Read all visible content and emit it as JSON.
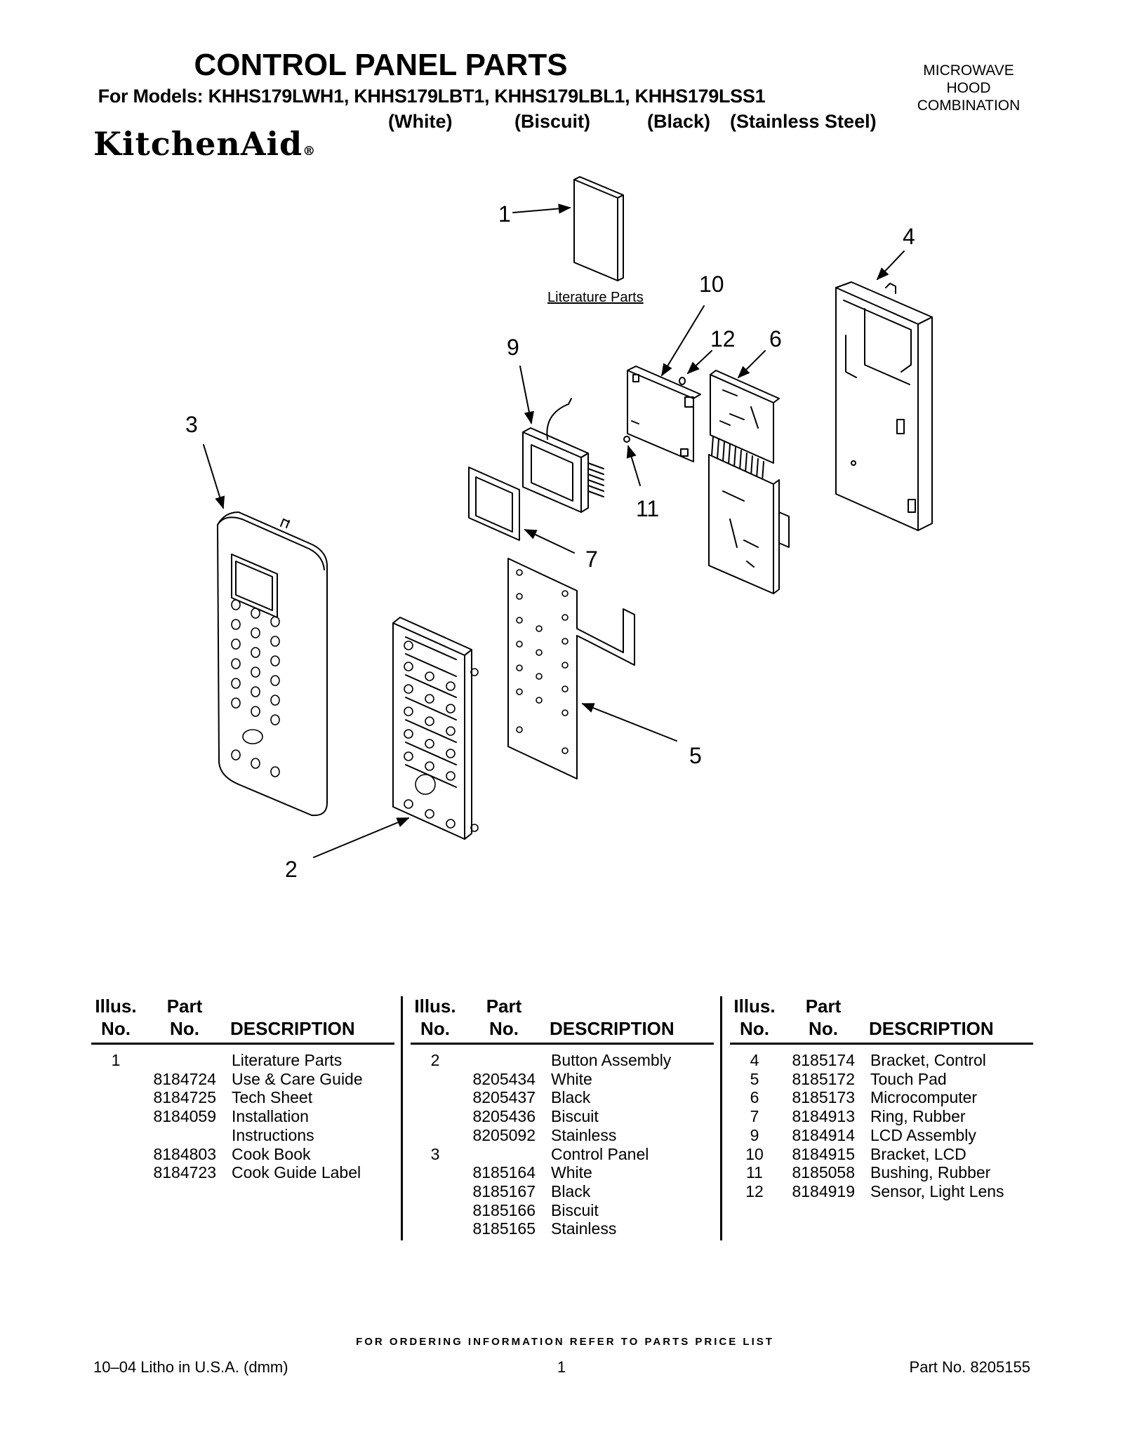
{
  "header": {
    "title": "CONTROL PANEL PARTS",
    "models_line": "For Models: KHHS179LWH1, KHHS179LBT1, KHHS179LBL1, KHHS179LSS1",
    "model_colors": [
      "(White)",
      "(Biscuit)",
      "(Black)",
      "(Stainless Steel)"
    ],
    "product_type": [
      "MICROWAVE",
      "HOOD",
      "COMBINATION"
    ],
    "brand": "KitchenAid",
    "brand_mark": "®"
  },
  "diagram": {
    "callouts": [
      "1",
      "2",
      "3",
      "4",
      "5",
      "6",
      "7",
      "9",
      "10",
      "11",
      "12"
    ],
    "literature_label": "Literature Parts"
  },
  "parts_table": {
    "headers": {
      "illus_1": "Illus.",
      "illus_2": "No.",
      "part_1": "Part",
      "part_2": "No.",
      "description": "DESCRIPTION"
    },
    "columns": [
      [
        {
          "illus": "1",
          "part": "",
          "desc": "Literature Parts"
        },
        {
          "illus": "",
          "part": "8184724",
          "desc": "Use & Care Guide"
        },
        {
          "illus": "",
          "part": "8184725",
          "desc": "Tech Sheet"
        },
        {
          "illus": "",
          "part": "8184059",
          "desc": "Installation"
        },
        {
          "illus": "",
          "part": "",
          "desc": "Instructions"
        },
        {
          "illus": "",
          "part": "8184803",
          "desc": "Cook Book"
        },
        {
          "illus": "",
          "part": "8184723",
          "desc": "Cook Guide Label"
        }
      ],
      [
        {
          "illus": "2",
          "part": "",
          "desc": "Button Assembly"
        },
        {
          "illus": "",
          "part": "8205434",
          "desc": "White"
        },
        {
          "illus": "",
          "part": "8205437",
          "desc": "Black"
        },
        {
          "illus": "",
          "part": "8205436",
          "desc": "Biscuit"
        },
        {
          "illus": "",
          "part": "8205092",
          "desc": "Stainless"
        },
        {
          "illus": "3",
          "part": "",
          "desc": "Control Panel"
        },
        {
          "illus": "",
          "part": "8185164",
          "desc": "White"
        },
        {
          "illus": "",
          "part": "8185167",
          "desc": "Black"
        },
        {
          "illus": "",
          "part": "8185166",
          "desc": "Biscuit"
        },
        {
          "illus": "",
          "part": "8185165",
          "desc": "Stainless"
        }
      ],
      [
        {
          "illus": "4",
          "part": "8185174",
          "desc": "Bracket, Control"
        },
        {
          "illus": "5",
          "part": "8185172",
          "desc": "Touch Pad"
        },
        {
          "illus": "6",
          "part": "8185173",
          "desc": "Microcomputer"
        },
        {
          "illus": "7",
          "part": "8184913",
          "desc": "Ring, Rubber"
        },
        {
          "illus": "9",
          "part": "8184914",
          "desc": "LCD Assembly"
        },
        {
          "illus": "10",
          "part": "8184915",
          "desc": "Bracket, LCD"
        },
        {
          "illus": "11",
          "part": "8185058",
          "desc": "Bushing, Rubber"
        },
        {
          "illus": "12",
          "part": "8184919",
          "desc": "Sensor, Light Lens"
        }
      ]
    ]
  },
  "footer": {
    "ordering_note": "FOR ORDERING INFORMATION REFER TO PARTS PRICE LIST",
    "print_info": "10–04 Litho in U.S.A. (dmm)",
    "page_number": "1",
    "part_number": "Part No. 8205155"
  }
}
